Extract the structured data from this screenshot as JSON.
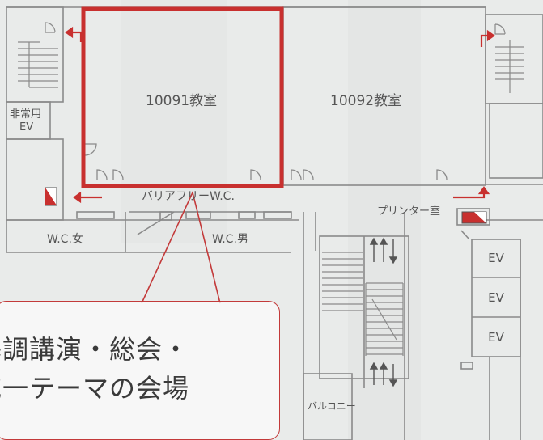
{
  "rooms": {
    "room_10091": "10091教室",
    "room_10092": "10092教室",
    "emergency_ev_line1": "非常用",
    "emergency_ev_line2": "EV",
    "barrier_free_wc": "バリアフリーW.C.",
    "wc_female": "W.C.女",
    "wc_male": "W.C.男",
    "printer_room": "プリンター室",
    "elevator_1": "EV",
    "elevator_2": "EV",
    "elevator_3": "EV",
    "balcony": "バルコニー"
  },
  "callout": {
    "line1": "基調講演・総会・",
    "line2": "統一テーマの会場"
  },
  "colors": {
    "highlight": "#c8302f",
    "wall": "#8a8a8a",
    "background": "#e9ebea",
    "callout_border": "#c33a3a"
  }
}
